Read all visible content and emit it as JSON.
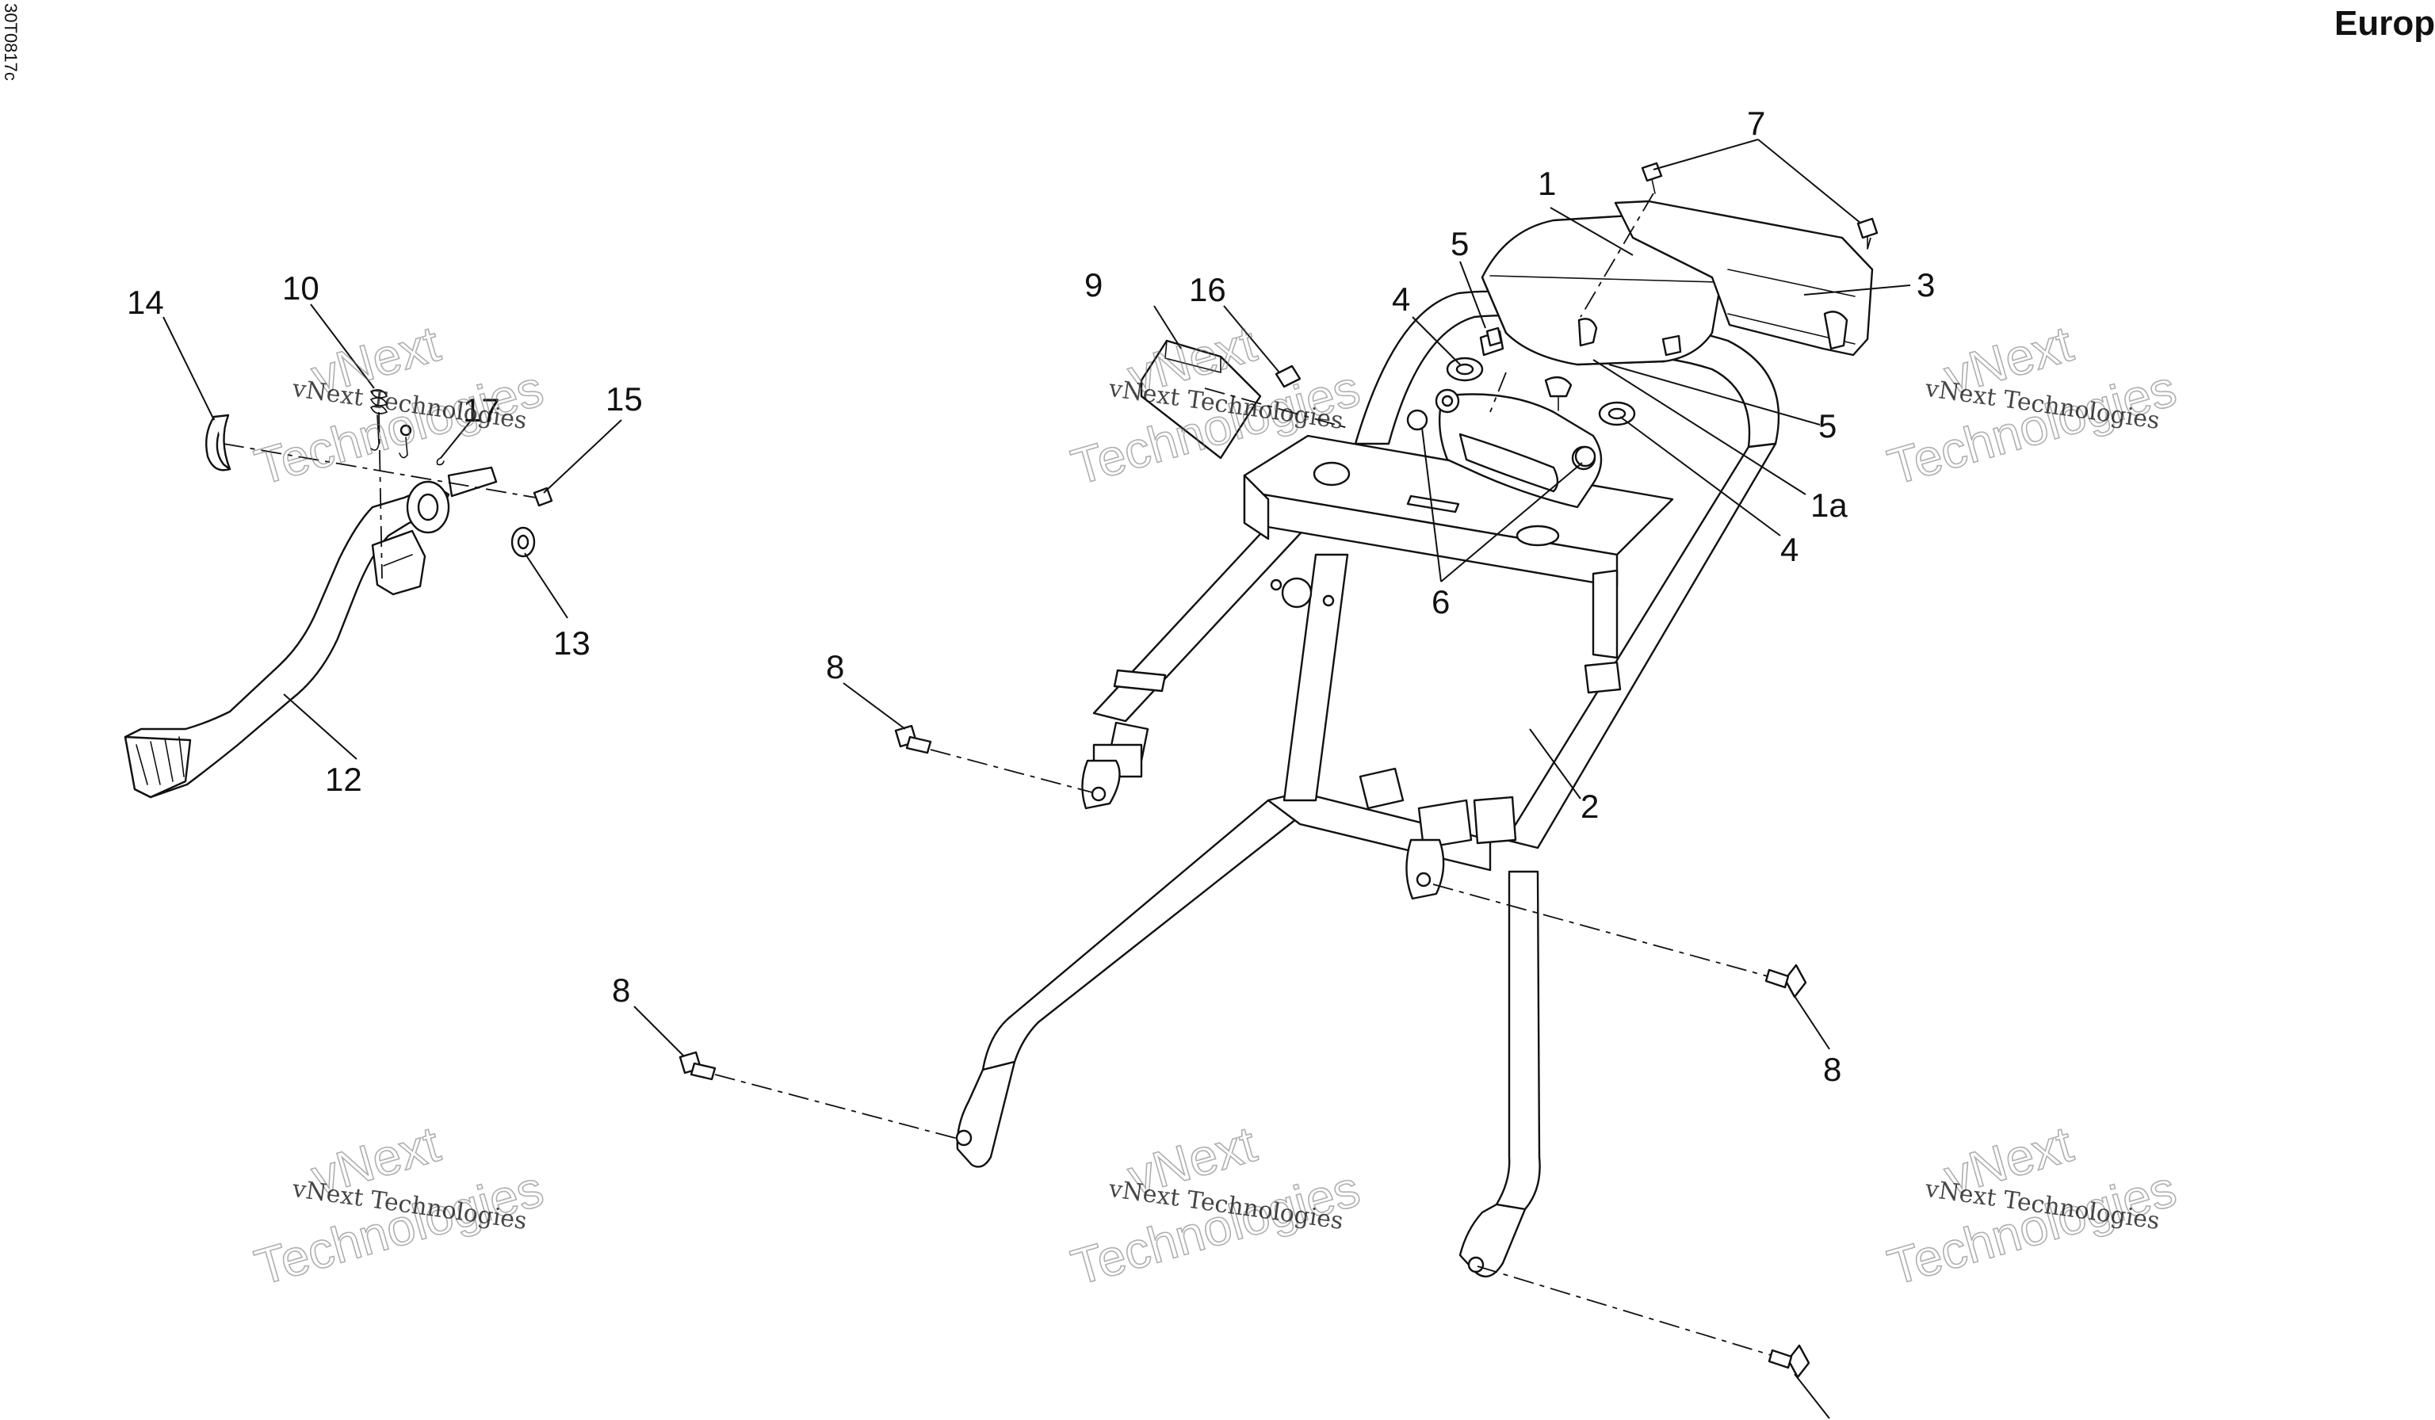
{
  "document_id": "30T0817c",
  "region_label": "Europ",
  "watermark": {
    "line_small": "vNext Technologies",
    "big_top": "vNext",
    "big_bottom": "Technologies"
  },
  "callouts": {
    "c1": "1",
    "c1a": "1a",
    "c2": "2",
    "c3": "3",
    "c4_top": "4",
    "c4_right": "4",
    "c5_top": "5",
    "c5_right": "5",
    "c6": "6",
    "c7": "7",
    "c8_upper_left": "8",
    "c8_lower_left": "8",
    "c8_right": "8",
    "c9": "9",
    "c10": "10",
    "c12": "12",
    "c13": "13",
    "c14": "14",
    "c15": "15",
    "c16": "16",
    "c17": "17"
  }
}
